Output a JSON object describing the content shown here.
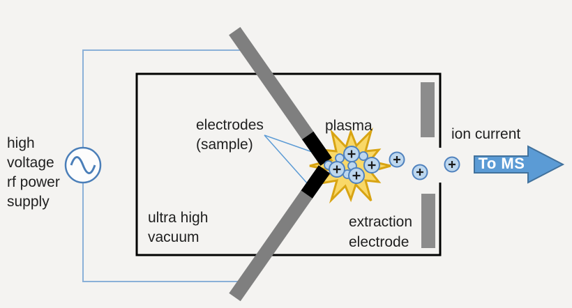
{
  "labels": {
    "power_supply_lines": [
      "high",
      "voltage",
      "rf power",
      "supply"
    ],
    "electrodes_lines": [
      "electrodes",
      "(sample)"
    ],
    "plasma": "plasma",
    "vacuum_lines": [
      "ultra high",
      "vacuum"
    ],
    "extraction_lines": [
      "extraction",
      "electrode"
    ],
    "ion_current": "ion current",
    "to_ms": "To MS"
  },
  "icons": {
    "ac_source_icon": "sine-wave-in-circle",
    "ion_icon": "plus-in-circle"
  },
  "colors": {
    "background": "#f4f3f1",
    "wire_blue": "#8ab0d8",
    "leader_line_blue": "#5b9bd5",
    "chamber_border": "#000000",
    "rod_gray": "#7f7f7f",
    "electrode_tip_black": "#000000",
    "extraction_bar_gray": "#8c8c8c",
    "star_fill": "#f9d868",
    "star_stroke": "#d8a413",
    "ion_fill": "#bdd7ee",
    "ion_stroke": "#4f81bd",
    "ion_plus_sign": "#1a1a1a",
    "arrow_fill": "#5b9bd5",
    "arrow_stroke": "#41719c",
    "arrow_text": "#ffffff",
    "ac_symbol_blue": "#4a7eb8",
    "text": "#1f1f1f"
  },
  "diagram": {
    "plus_ions_in_plasma": 4,
    "plain_particles_in_plasma": 5,
    "free_ions_toward_aperture": 3
  }
}
